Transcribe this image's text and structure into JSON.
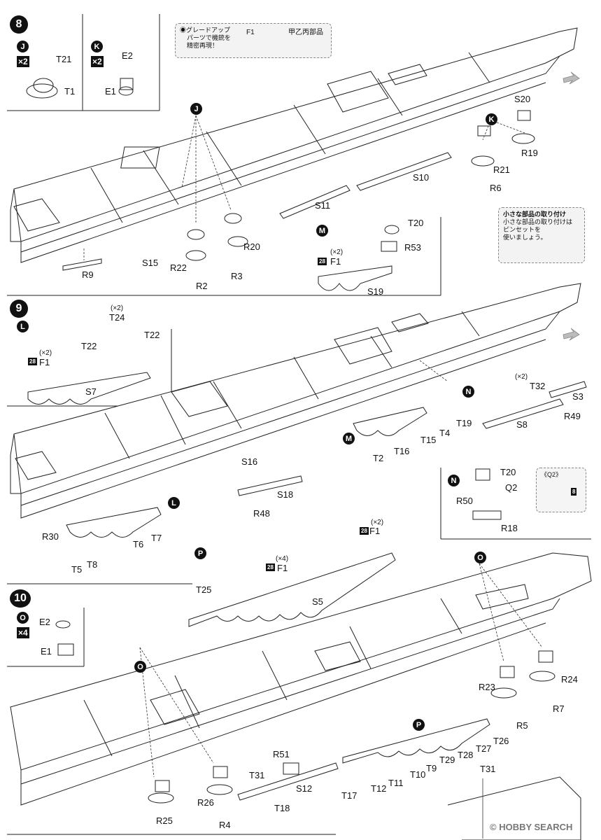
{
  "steps": {
    "s8": {
      "number": "8"
    },
    "s9": {
      "number": "9"
    },
    "s10": {
      "number": "10"
    }
  },
  "subassemblies": {
    "J": {
      "letter": "J",
      "mult": "×2",
      "parts": [
        "T21",
        "T1"
      ]
    },
    "K": {
      "letter": "K",
      "mult": "×2",
      "parts": [
        "E2",
        "E1"
      ]
    },
    "O": {
      "letter": "O",
      "mult": "×4",
      "parts": [
        "E2",
        "E1"
      ]
    }
  },
  "upgrade_note": {
    "line1": "◉グレードアップ",
    "line2": "パーツで機銃を",
    "line3": "精密再現！",
    "part_from": "F1",
    "part_to": "甲乙丙部品"
  },
  "small_parts_note": {
    "title": "小さな部品の取り付け",
    "line1": "小さな部品の取り付けは",
    "line2": "ピンセットを",
    "line3": "使いましょう。"
  },
  "paint_code": "28",
  "q2_detail": {
    "label": "《Q2》",
    "paint": "8"
  },
  "labels": {
    "s8": [
      "S20",
      "R19",
      "R21",
      "R6",
      "S10",
      "S11",
      "R20",
      "R3",
      "R22",
      "R2",
      "S15",
      "R9",
      "T20",
      "R53",
      "F1",
      "(×2)",
      "S19"
    ],
    "s9": [
      "T24",
      "(×2)",
      "T22",
      "T22",
      "F1",
      "(×2)",
      "S7",
      "T32",
      "(×2)",
      "S3",
      "T19",
      "S8",
      "R49",
      "T4",
      "T15",
      "T16",
      "T2",
      "S16",
      "S18",
      "R48",
      "R30",
      "T6",
      "T7",
      "T5",
      "T8",
      "T20",
      "Q2",
      "R50",
      "R18",
      "T25",
      "F1",
      "(×4)",
      "S5",
      "F1",
      "(×2)"
    ],
    "s10": [
      "R23",
      "R24",
      "R5",
      "R7",
      "T26",
      "T27",
      "T28",
      "T29",
      "T9",
      "T10",
      "T11",
      "T12",
      "T17",
      "R51",
      "T31",
      "S12",
      "T18",
      "R26",
      "R4",
      "R25",
      "T31"
    ]
  },
  "watermark": "© HOBBY SEARCH"
}
